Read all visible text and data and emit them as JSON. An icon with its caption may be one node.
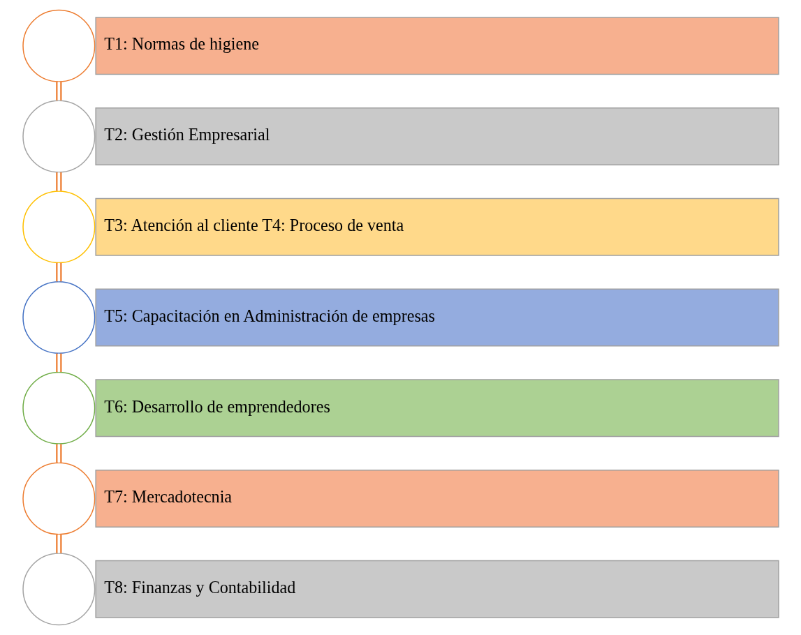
{
  "diagram": {
    "nodes": [
      {
        "text": [],
        "shape": "circle"
      },
      {
        "text": [
          "T1: Normas de higiene"
        ]
      },
      {
        "text": [],
        "shape": "circle"
      },
      {
        "text": [
          "T2: Gestión Empresarial"
        ]
      },
      {
        "text": [],
        "shape": "circle"
      },
      {
        "text": [
          "T3: Atención al cliente T4: Proceso de venta"
        ]
      },
      {
        "text": [],
        "shape": "circle"
      },
      {
        "text": [
          "T5: Capacitación en Administración de empresas"
        ]
      },
      {
        "text": [],
        "shape": "circle"
      },
      {
        "text": [
          "T6: Desarrollo de emprendedores"
        ]
      },
      {
        "text": [],
        "shape": "circle"
      },
      {
        "text": [
          "T7: Mercadotecnia"
        ]
      },
      {
        "text": [],
        "shape": "circle"
      },
      {
        "text": [
          "T8: Finanzas y Contabilidad"
        ]
      }
    ],
    "edges": [
      {
        "from": 0,
        "to": 2,
        "arrow": "none"
      },
      {
        "from": 2,
        "to": 4,
        "arrow": "none"
      },
      {
        "from": 4,
        "to": 6,
        "arrow": "none"
      },
      {
        "from": 6,
        "to": 8,
        "arrow": "none"
      },
      {
        "from": 8,
        "to": 10,
        "arrow": "none"
      },
      {
        "from": 10,
        "to": 12,
        "arrow": "none"
      }
    ]
  }
}
